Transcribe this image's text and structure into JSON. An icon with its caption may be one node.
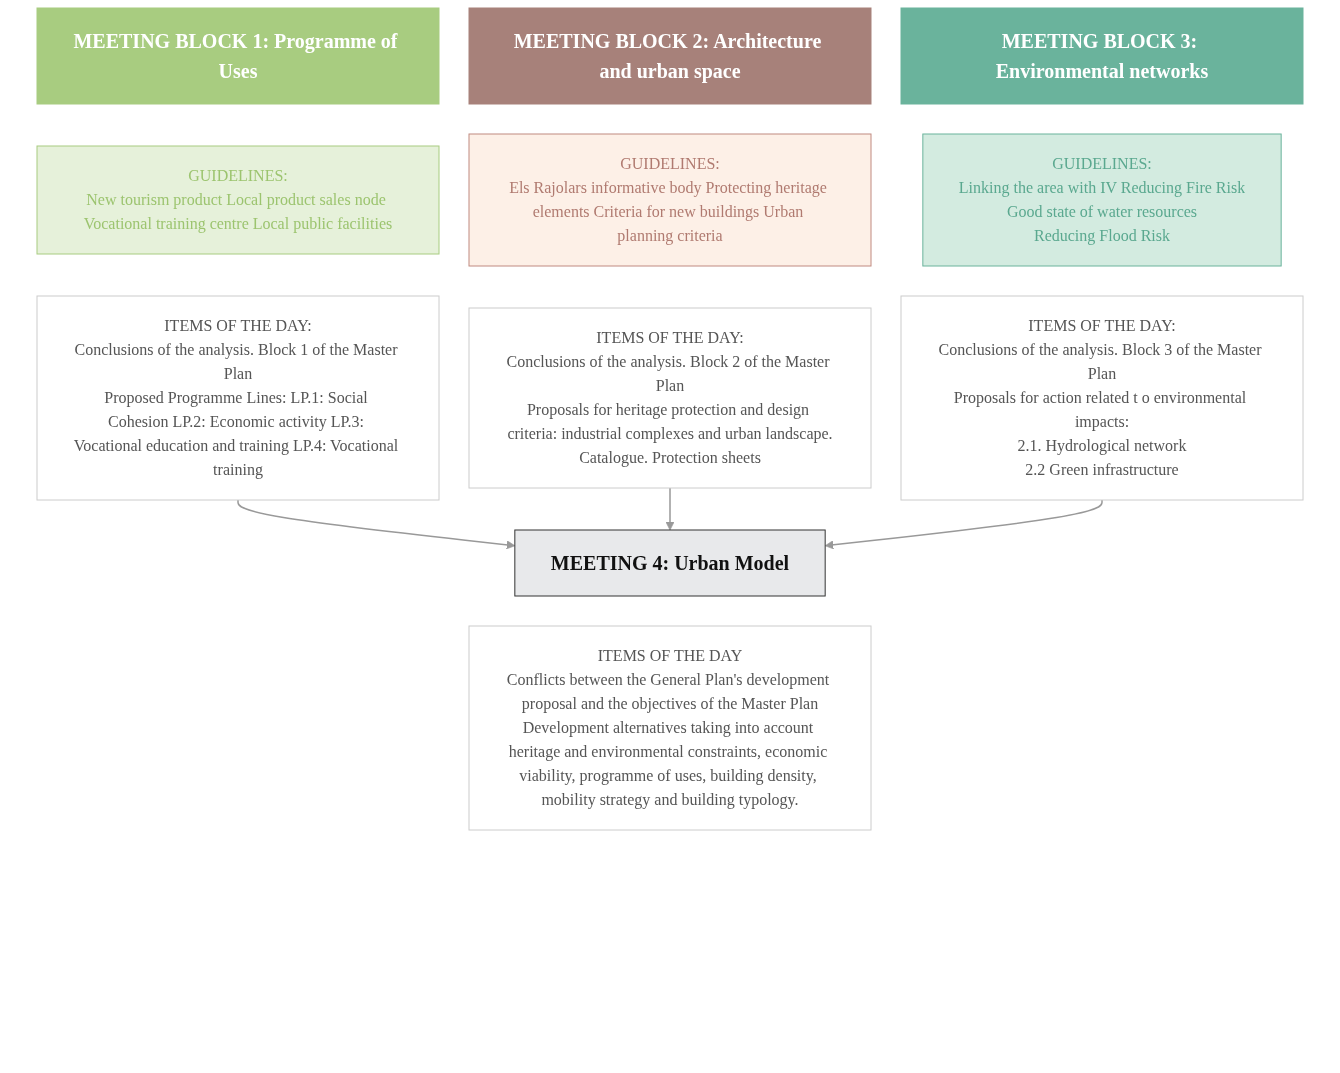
{
  "diagram": {
    "nodes": [
      {
        "text": [
          "MEETING BLOCK 1: Programme of Uses"
        ]
      },
      {
        "text": [
          "GUIDELINES:",
          "New tourism product Local product sales node Vocational training centre Local public facilities"
        ]
      },
      {
        "text": [
          "MEETING BLOCK 2: Architecture and urban space"
        ]
      },
      {
        "text": [
          "GUIDELINES:",
          "Els Rajolars informative body Protecting heritage elements Criteria for new buildings Urban planning criteria"
        ]
      },
      {
        "text": [
          "MEETING BLOCK 3: Environmental networks"
        ]
      },
      {
        "text": [
          "GUIDELINES:",
          "Linking the area with IV Reducing Fire Risk",
          "Good state of water resources",
          "Reducing Flood Risk"
        ]
      },
      {
        "text": [
          "ITEMS OF THE DAY:",
          "Conclusions of the analysis. Block 1 of the Master Plan",
          "Proposed Programme Lines: LP.1: Social Cohesion LP.2: Economic activity LP.3: Vocational education and training LP.4: Vocational training"
        ]
      },
      {
        "text": [
          "ITEMS OF THE DAY:",
          "Conclusions of the analysis. Block 2 of the Master Plan",
          "Proposals for heritage protection and design criteria: industrial complexes and urban landscape.",
          "Catalogue. Protection sheets"
        ]
      },
      {
        "text": [
          "ITEMS OF THE DAY:",
          "Conclusions of the analysis. Block 3 of the Master Plan",
          "Proposals for action related t o environmental impacts:",
          "2.1. Hydrological network",
          "2.2 Green infrastructure"
        ]
      },
      {
        "text": [
          "MEETING 4: Urban Model"
        ]
      },
      {
        "text": [
          "ITEMS OF THE DAY",
          "Conflicts between the General Plan's development proposal and the objectives of the Master Plan",
          "Development alternatives taking into account heritage and environmental constraints, economic viability, programme of uses, building density, mobility strategy and building typology."
        ]
      }
    ],
    "edges": [
      {
        "from": 6,
        "to": 9,
        "arrow": "to"
      },
      {
        "from": 7,
        "to": 9,
        "arrow": "to"
      },
      {
        "from": 8,
        "to": 9,
        "arrow": "to"
      }
    ]
  }
}
